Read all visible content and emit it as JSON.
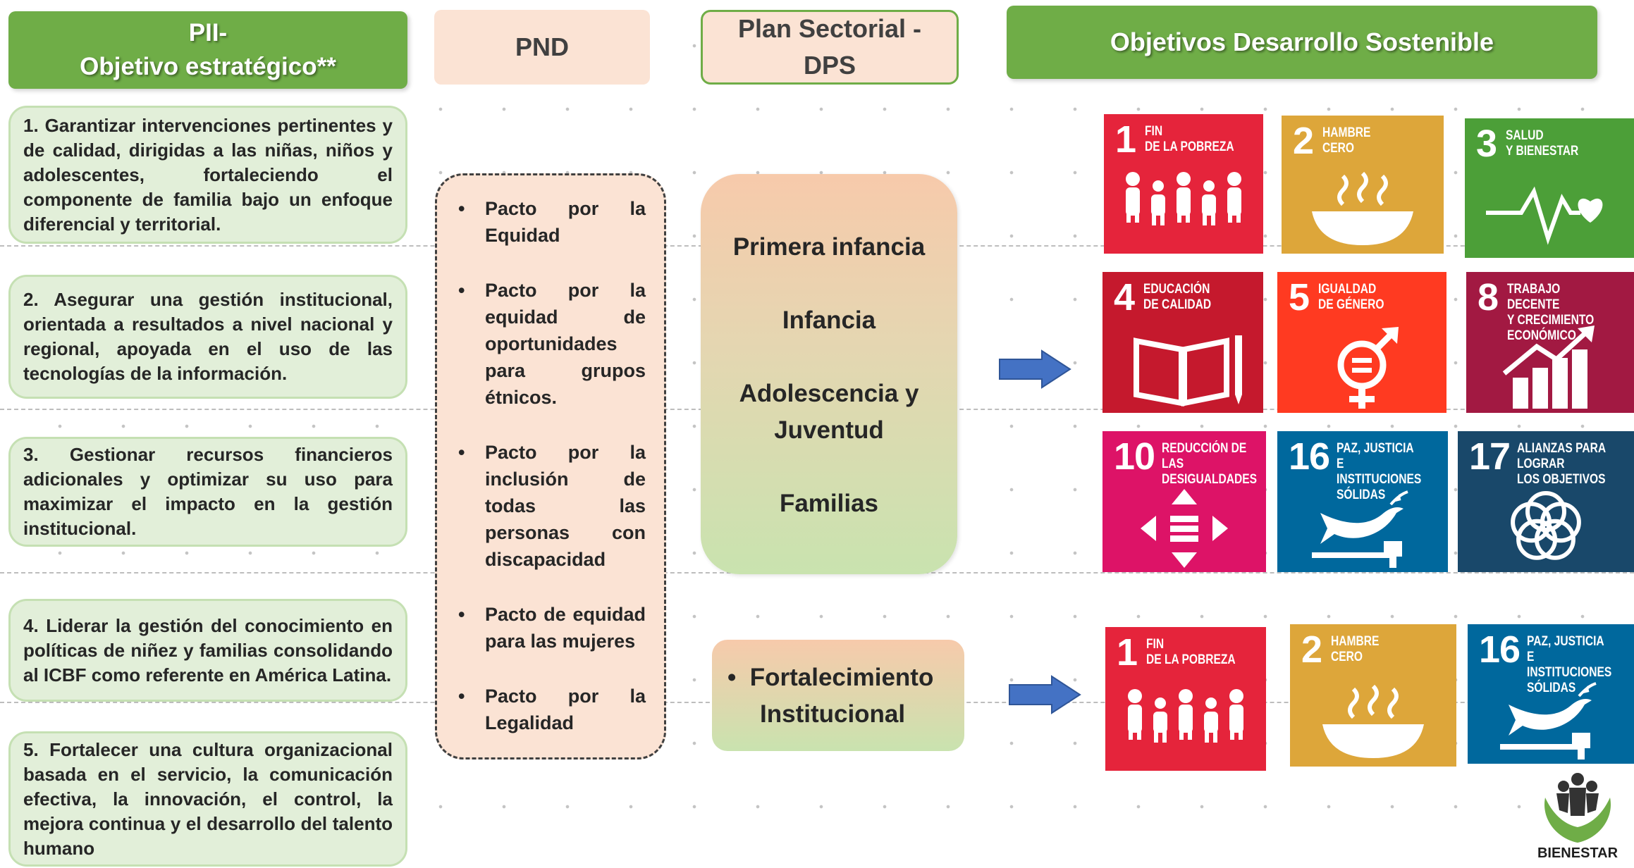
{
  "headers": {
    "pii": {
      "line1": "PII-",
      "line2": "Objetivo estratégico**"
    },
    "pnd": "PND",
    "plan": {
      "line1": "Plan Sectorial -",
      "line2": "DPS"
    },
    "ods": "Objetivos Desarrollo Sostenible"
  },
  "objectives": [
    "1. Garantizar intervenciones pertinentes y de calidad, dirigidas a las niñas, niños y adolescentes, fortaleciendo el componente de familia bajo un enfoque diferencial y territorial.",
    "2. Asegurar una gestión institucional, orientada a resultados a nivel nacional y regional, apoyada en el uso de las tecnologías de la información.",
    "3. Gestionar recursos financieros adicionales y optimizar su uso para maximizar el impacto en la gestión institucional.",
    "4. Liderar la gestión del conocimiento en políticas de niñez y familias consolidando al ICBF como referente en América Latina.",
    "5. Fortalecer una cultura organizacional basada en el servicio, la comunicación efectiva, la innovación, el control, la mejora continua y el desarrollo del talento humano"
  ],
  "pnd_items": [
    "Pacto por la Equidad",
    "Pacto por la equidad de oportunidades para grupos étnicos.",
    "Pacto por la inclusión de todas las personas con discapacidad",
    "Pacto de equidad para las mujeres",
    "Pacto por la Legalidad"
  ],
  "bullet_glyph": "•",
  "plan_sectorial": {
    "group1": [
      "Primera infancia",
      "Infancia",
      "Adolescencia y",
      "Juventud",
      "Familias"
    ],
    "group2": [
      "Fortalecimiento",
      "Institucional"
    ]
  },
  "sdg_top": [
    {
      "num": "1",
      "title": "FIN\nDE LA POBREZA",
      "color": "#e5243b",
      "icon": "people-icon"
    },
    {
      "num": "2",
      "title": "HAMBRE\nCERO",
      "color": "#dda63a",
      "icon": "bowl-icon"
    },
    {
      "num": "3",
      "title": "SALUD\nY BIENESTAR",
      "color": "#4c9f38",
      "icon": "heartbeat-icon"
    },
    {
      "num": "4",
      "title": "EDUCACIÓN\nDE CALIDAD",
      "color": "#c5192d",
      "icon": "book-icon"
    },
    {
      "num": "5",
      "title": "IGUALDAD\nDE GÉNERO",
      "color": "#ff3a21",
      "icon": "gender-icon"
    },
    {
      "num": "8",
      "title": "TRABAJO DECENTE\nY CRECIMIENTO\nECONÓMICO",
      "color": "#a21942",
      "icon": "growth-icon"
    },
    {
      "num": "10",
      "title": "REDUCCIÓN DE LAS\nDESIGUALDADES",
      "color": "#dd1367",
      "icon": "equality-icon"
    },
    {
      "num": "16",
      "title": "PAZ, JUSTICIA\nE INSTITUCIONES\nSÓLIDAS",
      "color": "#00689d",
      "icon": "dove-icon"
    },
    {
      "num": "17",
      "title": "ALIANZAS PARA\nLOGRAR\nLOS OBJETIVOS",
      "color": "#19486a",
      "icon": "rings-icon"
    }
  ],
  "sdg_bottom": [
    {
      "num": "1",
      "title": "FIN\nDE LA POBREZA",
      "color": "#e5243b",
      "icon": "people-icon"
    },
    {
      "num": "2",
      "title": "HAMBRE\nCERO",
      "color": "#dda63a",
      "icon": "bowl-icon"
    },
    {
      "num": "16",
      "title": "PAZ, JUSTICIA\nE INSTITUCIONES\nSÓLIDAS",
      "color": "#00689d",
      "icon": "dove-icon"
    }
  ],
  "logo": {
    "text": "BIENESTAR",
    "color": "#6fad47"
  },
  "colors": {
    "green_header": "#6fad47",
    "objective_bg": "#e2efd9",
    "pnd_bg": "#fbe3d4",
    "arrow": "#4472c4"
  }
}
